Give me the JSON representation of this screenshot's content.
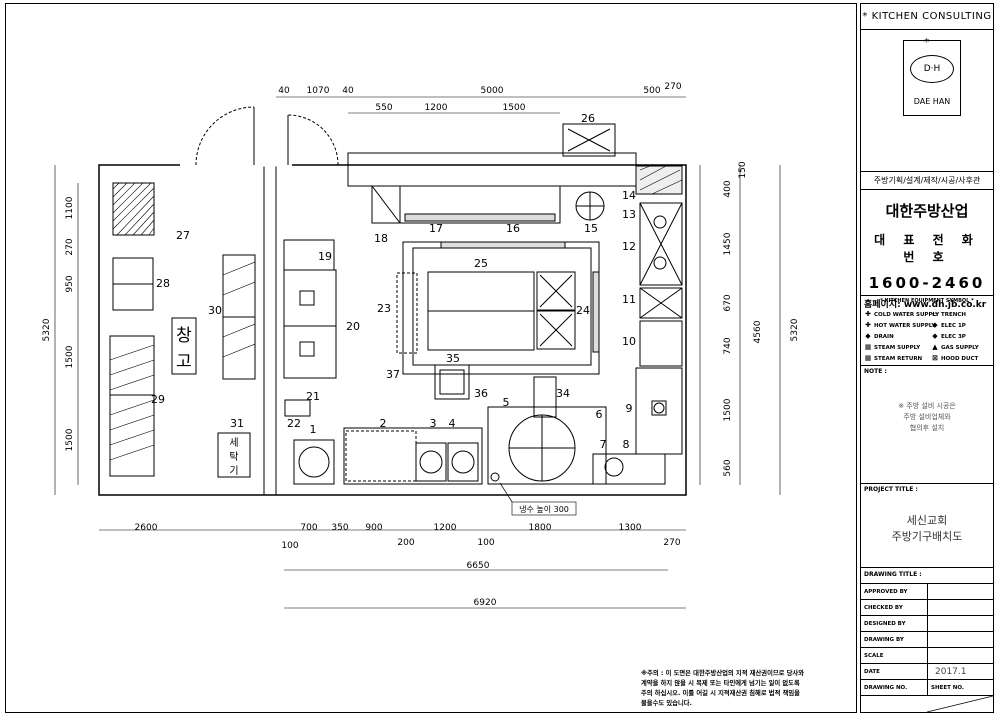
{
  "title_block": {
    "header": "* KITCHEN CONSULTING *",
    "logo_mark": "D·H",
    "logo_name": "DAE HAN",
    "tagline": "주방기획/설계/제작/시공/사후관",
    "company": "대한주방산업",
    "rep_label": "대 표 전 화 번 호",
    "phone": "1600-2460",
    "website": "홈페이지: www.dh.jb.co.kr",
    "legend_title": "* KITCHEN EQUIPMENT SYMBOL *",
    "legend": [
      {
        "symbol": "✚",
        "label": "COLD WATER SUPPLY"
      },
      {
        "symbol": "▭",
        "label": "TRENCH"
      },
      {
        "symbol": "✚",
        "label": "HOT WATER SUPPLY"
      },
      {
        "symbol": "◆",
        "label": "ELEC 1P"
      },
      {
        "symbol": "◆",
        "label": "DRAIN"
      },
      {
        "symbol": "◆",
        "label": "ELEC 3P"
      },
      {
        "symbol": "▦",
        "label": "STEAM SUPPLY"
      },
      {
        "symbol": "▲",
        "label": "GAS SUPPLY"
      },
      {
        "symbol": "▦",
        "label": "STEAM RETURN"
      },
      {
        "symbol": "⊠",
        "label": "HOOD DUCT"
      }
    ],
    "note_label": "NOTE :",
    "note_lines": [
      "※ 주방 설비 시공은",
      "주방 설비업체와",
      "협의후 설치"
    ],
    "project_label": "PROJECT TITLE :",
    "project_lines": [
      "세신교회",
      "주방기구배치도"
    ],
    "drawing_title_label": "DRAWING TITLE :",
    "rows": [
      {
        "label": "APPROVED BY",
        "value": ""
      },
      {
        "label": "CHECKED BY",
        "value": ""
      },
      {
        "label": "DESIGNED BY",
        "value": ""
      },
      {
        "label": "DRAWING BY",
        "value": ""
      },
      {
        "label": "SCALE",
        "value": ""
      },
      {
        "label": "DATE",
        "value": "2017.1"
      }
    ],
    "drawing_no_label": "DRAWING NO.",
    "sheet_no_label": "SHEET NO."
  },
  "caution_lines": [
    "※주의 : 이 도면은 대한주방산업의 지적 재산권이므로 당사와",
    "계약을 하지 않을 시 복제 또는 타인에게 넘기는 일이 없도록",
    "주의 하십시오. 이를 어길 시 지적재산권 침해로 법적 책임을",
    "물을수도 있습니다."
  ],
  "plan": {
    "dims_top": [
      "40",
      "1070",
      "40",
      "5000",
      "550",
      "1200",
      "1500",
      "500",
      "270"
    ],
    "dims_right": [
      "150",
      "400",
      "1450",
      "670",
      "740",
      "1500",
      "560",
      "4560",
      "5320"
    ],
    "dims_left": [
      "5320",
      "1100",
      "270",
      "950",
      "1500",
      "1500"
    ],
    "dims_bottom": [
      "2600",
      "700",
      "350",
      "900",
      "1200",
      "1800",
      "1300",
      "100",
      "200",
      "100",
      "270",
      "6650",
      "6920"
    ],
    "equipment_numbers": [
      "1",
      "2",
      "3",
      "4",
      "5",
      "6",
      "7",
      "8",
      "9",
      "10",
      "11",
      "12",
      "13",
      "14",
      "15",
      "16",
      "17",
      "18",
      "19",
      "20",
      "21",
      "22",
      "23",
      "24",
      "25",
      "26",
      "27",
      "28",
      "29",
      "30",
      "31",
      "34",
      "35",
      "36",
      "37"
    ],
    "storage_label": [
      "창",
      "고"
    ],
    "washer_label": [
      "세",
      "탁",
      "기"
    ],
    "faucet_note": "냉수 높이 300"
  }
}
